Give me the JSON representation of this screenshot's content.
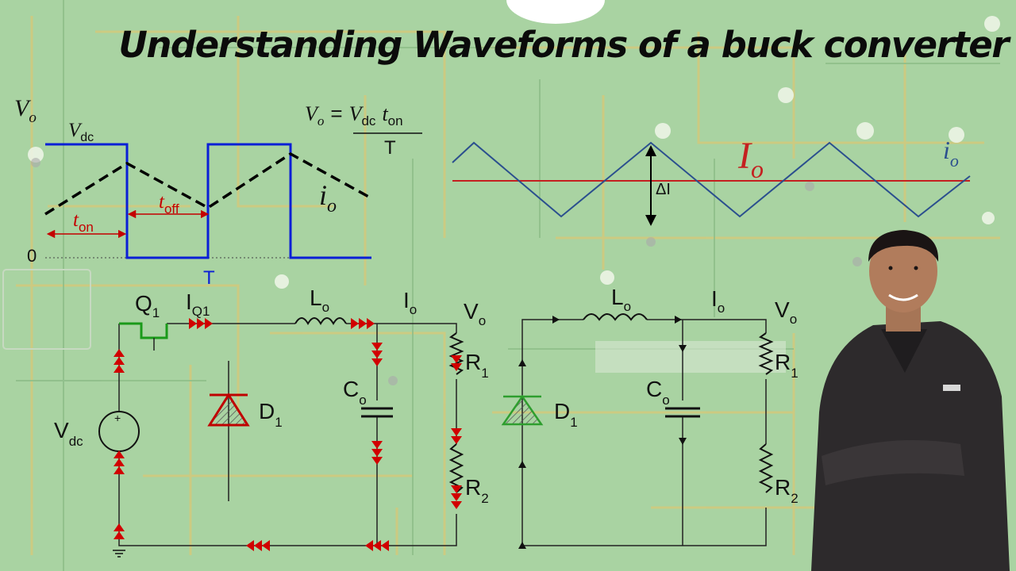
{
  "title": "Understanding Waveforms of a buck converter",
  "waveform_left": {
    "y_label": "V",
    "y_label_sub": "o",
    "vdc_label": "V",
    "vdc_sub": "dc",
    "zero_label": "0",
    "t_on_label": "t",
    "t_on_sub": "on",
    "t_off_label": "t",
    "t_off_sub": "off",
    "period_label": "T",
    "current_label": "i",
    "current_sub": "o",
    "colors": {
      "voltage": "#0a1fd6",
      "current": "#000000",
      "timing": "#c40000"
    }
  },
  "formula": {
    "lhs": "V",
    "lhs_sub": "o",
    "eq": "=",
    "vdc": "V",
    "vdc_sub": "dc",
    "ton": "t",
    "ton_sub": "on",
    "denominator": "T"
  },
  "waveform_right": {
    "avg_label": "I",
    "avg_sub": "o",
    "ripple_label": "i",
    "ripple_sub": "o",
    "delta_label": "ΔI",
    "colors": {
      "avg": "#c42020",
      "ripple": "#2b4f8e"
    }
  },
  "circuit_on": {
    "switch": "Q",
    "switch_sub": "1",
    "switch_current": "I",
    "switch_current_sub": "Q1",
    "inductor": "L",
    "inductor_sub": "o",
    "current": "I",
    "current_sub": "o",
    "vout": "V",
    "vout_sub": "o",
    "source": "V",
    "source_sub": "dc",
    "diode": "D",
    "diode_sub": "1",
    "cap": "C",
    "cap_sub": "o",
    "r1": "R",
    "r1_sub": "1",
    "r2": "R",
    "r2_sub": "2"
  },
  "circuit_off": {
    "inductor": "L",
    "inductor_sub": "o",
    "current": "I",
    "current_sub": "o",
    "vout": "V",
    "vout_sub": "o",
    "diode": "D",
    "diode_sub": "1",
    "cap": "C",
    "cap_sub": "o",
    "r1": "R",
    "r1_sub": "1",
    "r2": "R",
    "r2_sub": "2"
  },
  "colors": {
    "background": "#a9d3a2",
    "arrow": "#d10000",
    "switch": "#1a9a1a",
    "diode_on": "#c00000",
    "diode_off": "#2e9e2e"
  }
}
